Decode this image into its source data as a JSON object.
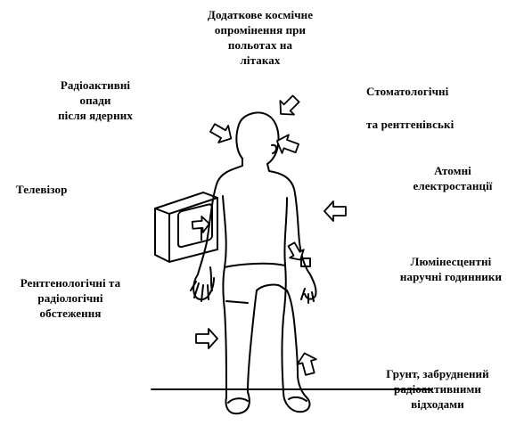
{
  "labels": {
    "cosmic": [
      "Додаткове космічне",
      "опромінення при",
      "польотах  на",
      "літаках"
    ],
    "fallout": [
      "Радіоактивні",
      "опади",
      "після ядерних"
    ],
    "dental": [
      "Стоматологічні",
      "та рентгенівські"
    ],
    "tv": [
      "Телевізор"
    ],
    "nuclear": [
      "Атомні",
      "електростанції"
    ],
    "xray": [
      "Рентгенологічні та",
      "радіологічні",
      "обстеження"
    ],
    "watches": [
      "Люмінесцентні",
      "наручні годинники"
    ],
    "soil": [
      "Грунт, забруднений",
      "радіоактивними",
      "відходами"
    ]
  },
  "colors": {
    "ink": "#000000",
    "background": "#ffffff"
  }
}
